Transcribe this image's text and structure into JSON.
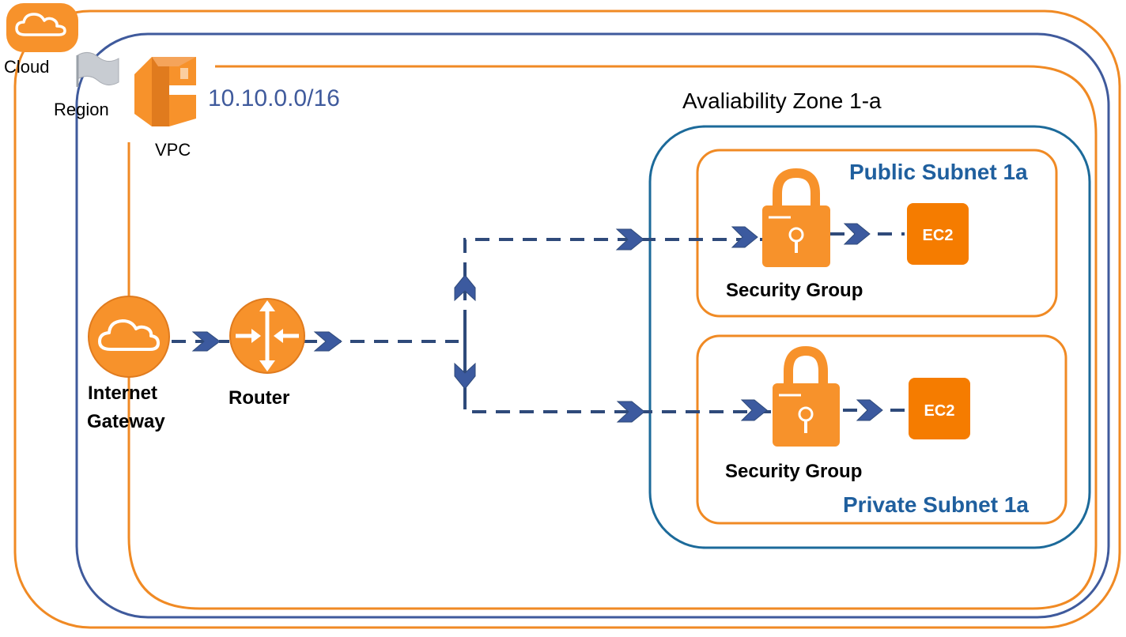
{
  "colors": {
    "aws_orange": "#f08a24",
    "orange_fill": "#f7922b",
    "region_blue": "#3f5a9c",
    "az_blue": "#1c6a9a",
    "subnet_text_blue": "#1f5f9e",
    "connector_navy": "#2f4a7a",
    "chevron_blue": "#3c5a9f"
  },
  "labels": {
    "cloud": "Cloud",
    "region": "Region",
    "vpc": "VPC",
    "vpc_cidr": "10.10.0.0/16",
    "availability_zone": "Avaliability Zone 1-a",
    "public_subnet": "Public Subnet 1a",
    "private_subnet": "Private Subnet 1a",
    "security_group_public": "Security Group",
    "security_group_private": "Security Group",
    "ec2_public": "EC2",
    "ec2_private": "EC2",
    "internet_gateway_line1": "Internet",
    "internet_gateway_line2": "Gateway",
    "router": "Router"
  },
  "icons": {
    "cloud": "cloud-icon",
    "region": "flag-icon",
    "vpc": "vpc-icon",
    "internet_gateway": "internet-gateway-icon",
    "router": "router-icon",
    "security_group": "padlock-icon",
    "ec2": "ec2-instance-icon"
  }
}
